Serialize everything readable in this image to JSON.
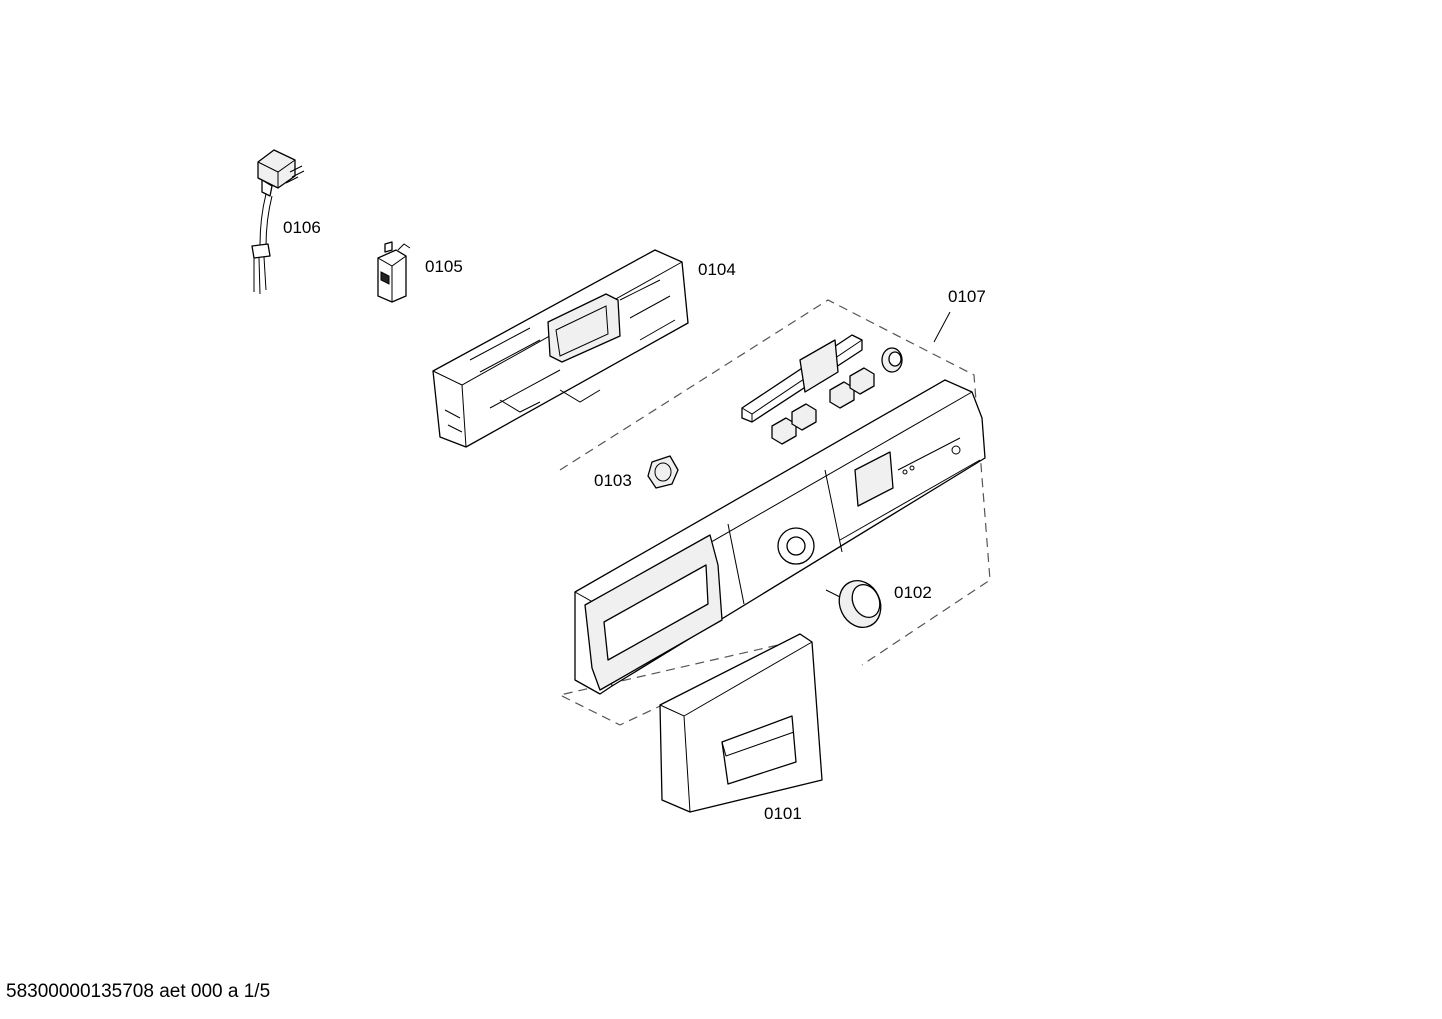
{
  "parts": [
    {
      "id": "part-0101",
      "label": "0101"
    },
    {
      "id": "part-0102",
      "label": "0102"
    },
    {
      "id": "part-0103",
      "label": "0103"
    },
    {
      "id": "part-0104",
      "label": "0104"
    },
    {
      "id": "part-0105",
      "label": "0105"
    },
    {
      "id": "part-0106",
      "label": "0106"
    },
    {
      "id": "part-0107",
      "label": "0107"
    }
  ],
  "footer": {
    "document_id": "58300000135708 aet 000 a 1/5"
  }
}
